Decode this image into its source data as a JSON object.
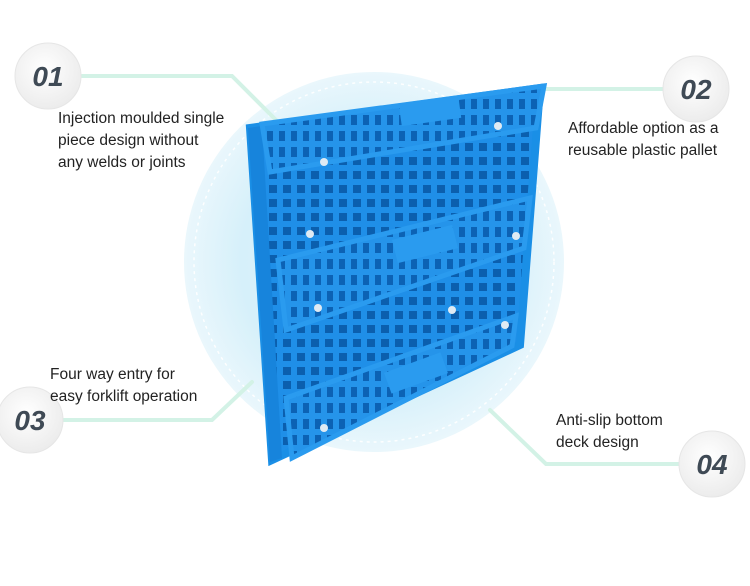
{
  "colors": {
    "pallet_blue": "#1a8fe6",
    "pallet_dark": "#0e6cc0",
    "glow": "#d8f1fb",
    "line_green": "#d3f2e6",
    "badge_text": "#3f4a55"
  },
  "features": [
    {
      "number": "01",
      "text": "Injection moulded single\npiece design without\nany welds or joints"
    },
    {
      "number": "02",
      "text": "Affordable option as a\nreusable plastic pallet"
    },
    {
      "number": "03",
      "text": "Four way entry for\neasy forklift operation"
    },
    {
      "number": "04",
      "text": "Anti-slip bottom\ndeck design"
    }
  ]
}
